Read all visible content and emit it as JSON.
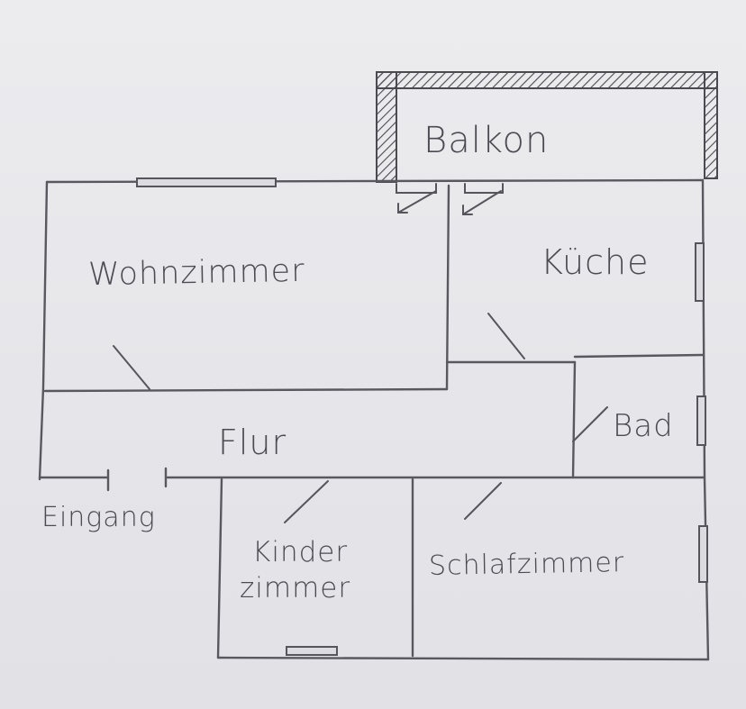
{
  "rooms": {
    "balkon": "Balkon",
    "kueche": "Küche",
    "wohnzimmer": "Wohnzimmer",
    "flur": "Flur",
    "bad": "Bad",
    "eingang": "Eingang",
    "kinderzimmer_line1": "Kinder",
    "kinderzimmer_line2": "zimmer",
    "schlafzimmer": "Schlafzimmer"
  },
  "colors": {
    "paper": "#e9e9ec",
    "pencil": "#55555b"
  }
}
